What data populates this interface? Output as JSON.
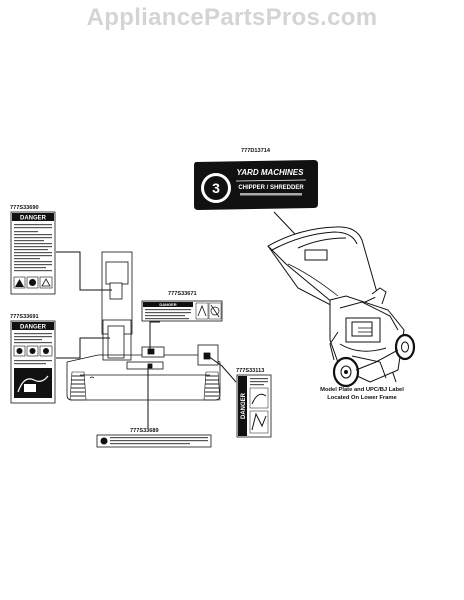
{
  "watermark": "AppliancePartsPros.com",
  "labels": {
    "yard_machines": {
      "part_number": "777D13714",
      "brand": "YARD MACHINES",
      "title": "CHIPPER / SHREDDER",
      "badge": "3"
    },
    "danger_left_upper": {
      "part_number": "777S33690",
      "heading": "DANGER"
    },
    "danger_left_lower": {
      "part_number": "777S33691",
      "heading": "DANGER"
    },
    "danger_strip": {
      "part_number": "777S33671",
      "heading": "DANGER"
    },
    "danger_vertical": {
      "part_number": "777S33113",
      "heading": "DANGER"
    },
    "bottom_strip": {
      "part_number": "777S33689"
    }
  },
  "caption": {
    "line1": "Model Plate and UPC/BJ Label",
    "line2": "Located On Lower Frame"
  }
}
